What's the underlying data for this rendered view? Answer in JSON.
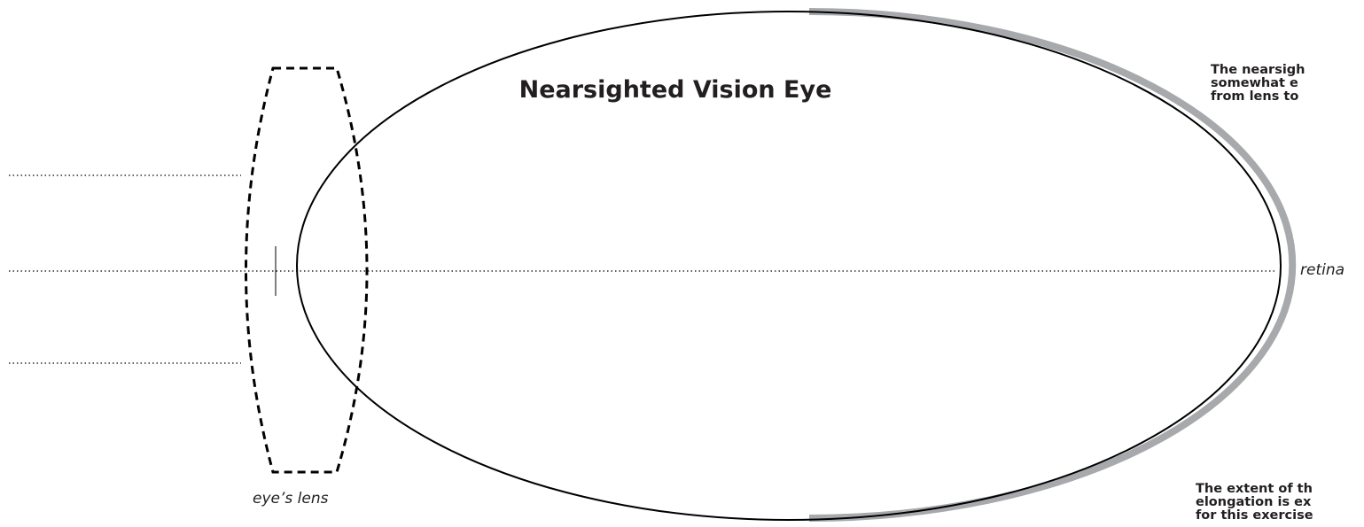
{
  "diagram": {
    "title": "Nearsighted Vision Eye",
    "notes": {
      "top": [
        "The nearsigh",
        "somewhat e",
        "from lens to"
      ],
      "bottom": [
        "The extent of th",
        "elongation is ex",
        "for this exercise"
      ]
    },
    "labels": {
      "retina": "retina",
      "lens": "eye’s lens"
    },
    "colors": {
      "outline": "#000000",
      "retina_band": "#a7a9ac",
      "text": "#231f20"
    }
  }
}
